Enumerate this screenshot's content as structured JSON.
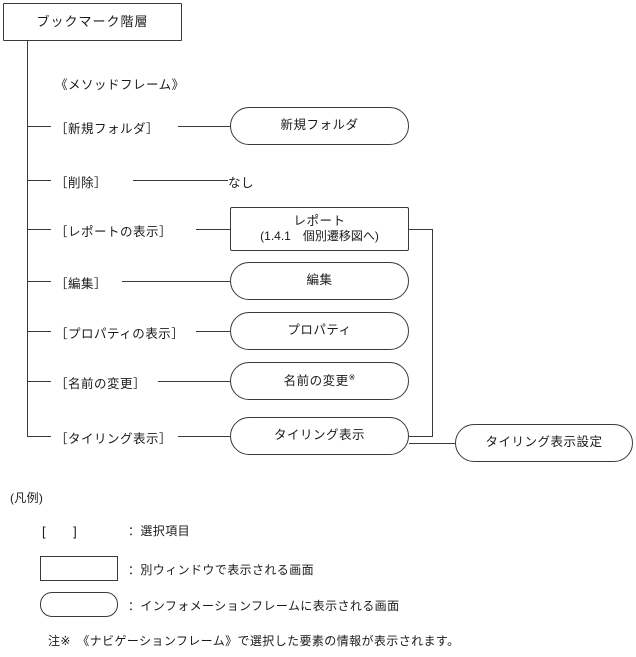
{
  "diagram": {
    "root": {
      "label": "ブックマーク階層"
    },
    "frame_label": "《メソッドフレーム》",
    "rows": [
      {
        "menu": "［新規フォルダ］",
        "screen": "新規フォルダ",
        "screen2": "",
        "shape": "round",
        "note_mark": ""
      },
      {
        "menu": "［削除］",
        "screen": "なし",
        "screen2": "",
        "shape": "none",
        "note_mark": ""
      },
      {
        "menu": "［レポートの表示］",
        "screen": "レポート",
        "screen2": "(1.4.1　個別遷移図へ)",
        "shape": "softrect",
        "note_mark": ""
      },
      {
        "menu": "［編集］",
        "screen": "編集",
        "screen2": "",
        "shape": "round",
        "note_mark": ""
      },
      {
        "menu": "［プロパティの表示］",
        "screen": "プロパティ",
        "screen2": "",
        "shape": "round",
        "note_mark": ""
      },
      {
        "menu": "［名前の変更］",
        "screen": "名前の変更",
        "screen2": "",
        "shape": "round",
        "note_mark": "※"
      },
      {
        "menu": "［タイリング表示］",
        "screen": "タイリング表示",
        "screen2": "",
        "shape": "round",
        "note_mark": ""
      }
    ],
    "sub_node": {
      "label": "タイリング表示設定"
    }
  },
  "legend": {
    "title": "(凡例)",
    "items": [
      {
        "symbol": "[　　]",
        "kind": "bracket",
        "text": "：選択項目"
      },
      {
        "symbol": "",
        "kind": "rect",
        "text": "：別ウィンドウで表示される画面"
      },
      {
        "symbol": "",
        "kind": "round",
        "text": "：インフォメーションフレームに表示される画面"
      }
    ],
    "note": "注※　《ナビゲーションフレーム》で選択した要素の情報が表示されます。"
  },
  "colors": {
    "line": "#3a3a3a",
    "text": "#1a1a1a",
    "bg": "#ffffff"
  }
}
